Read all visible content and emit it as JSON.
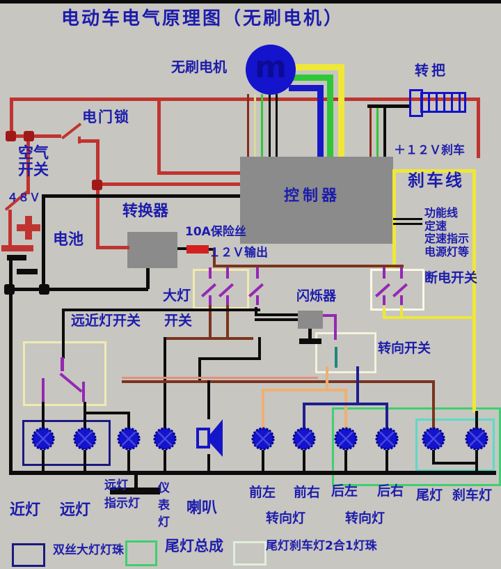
{
  "title": "电动车电气原理图（无刷电机）",
  "colors": {
    "background": "#c8c6c0",
    "label_navy": "#1c1cac",
    "box_gray": "#8b8b8b",
    "wire_red": "#bf3430",
    "wire_black": "#0c0c0c",
    "wire_yellow": "#efe838",
    "wire_green": "#30c838",
    "wire_blue": "#1818c8",
    "wire_brown": "#7a341e",
    "wire_salmon": "#e2907e",
    "wire_orange": "#eeb072",
    "wire_darkblue": "#1e1e90",
    "wire_teal": "#1e8878",
    "wire_purple": "#9428b4",
    "wire_pale": "#ded898",
    "wire_darkred": "#8a2a1a",
    "junction_red": "#a01818",
    "lamp_blue": "#1414cc",
    "lamp_edge": "#000090",
    "lamp_cross": "#4848e0",
    "fuse_red": "#d42020",
    "legend_navy_box": "#1a1a80",
    "legend_green_box": "#3ecf70",
    "legend_pale_box": "#dff0da",
    "tail_box_cyan": "#57dcc8",
    "panel_cream": "#efeab2",
    "panel_white": "#fbf8e8"
  },
  "components": {
    "motor": {
      "label": "无刷电机",
      "glyph": "m"
    },
    "throttle": {
      "label": "转把"
    },
    "controller": {
      "label": "控制器"
    },
    "converter": {
      "label": "转换器"
    },
    "battery": {
      "label": "电池",
      "voltage": "４８Ｖ"
    },
    "air_switch": {
      "label": "空气\n开关"
    },
    "ignition_lock": {
      "label": "电门锁"
    },
    "fuse": {
      "label": "10A保险丝"
    },
    "output_12v": {
      "label": "１２Ｖ输出"
    },
    "headlight_switch": {
      "label_line1": "大灯",
      "label_line2": "开关"
    },
    "beam_switch": {
      "label": "远近灯开关"
    },
    "flasher": {
      "label": "闪烁器"
    },
    "cutoff_switch": {
      "label": "断电开关"
    },
    "turn_switch": {
      "label": "转向开关"
    },
    "brake_12v": {
      "label": "＋１２Ｖ刹车"
    },
    "brake_line": {
      "label": "刹车线"
    },
    "controller_aux_lines": [
      "功能线",
      "定速",
      "定速指示",
      "电源灯等"
    ]
  },
  "lamps": [
    {
      "name": "low-beam-lamp",
      "label": "近灯"
    },
    {
      "name": "high-beam-lamp",
      "label": "远灯"
    },
    {
      "name": "high-beam-indicator-lamp",
      "label": "远灯\n指示灯"
    },
    {
      "name": "dashboard-lamp",
      "label": "仪\n表\n灯"
    },
    {
      "name": "front-left-lamp",
      "label": "前左"
    },
    {
      "name": "front-right-lamp",
      "label": "前右"
    },
    {
      "name": "rear-left-lamp",
      "label": "后左"
    },
    {
      "name": "rear-right-lamp",
      "label": "后右"
    },
    {
      "name": "tail-lamp",
      "label": "尾灯"
    },
    {
      "name": "brake-lamp",
      "label": "刹车灯"
    }
  ],
  "horn": {
    "label": "喇叭"
  },
  "turn_lamp_group_front": "转向灯",
  "turn_lamp_group_rear": "转向灯",
  "legend": [
    {
      "label": "双丝大灯灯珠"
    },
    {
      "label": "尾灯总成"
    },
    {
      "label": "尾灯刹车灯2合1灯珠"
    }
  ]
}
